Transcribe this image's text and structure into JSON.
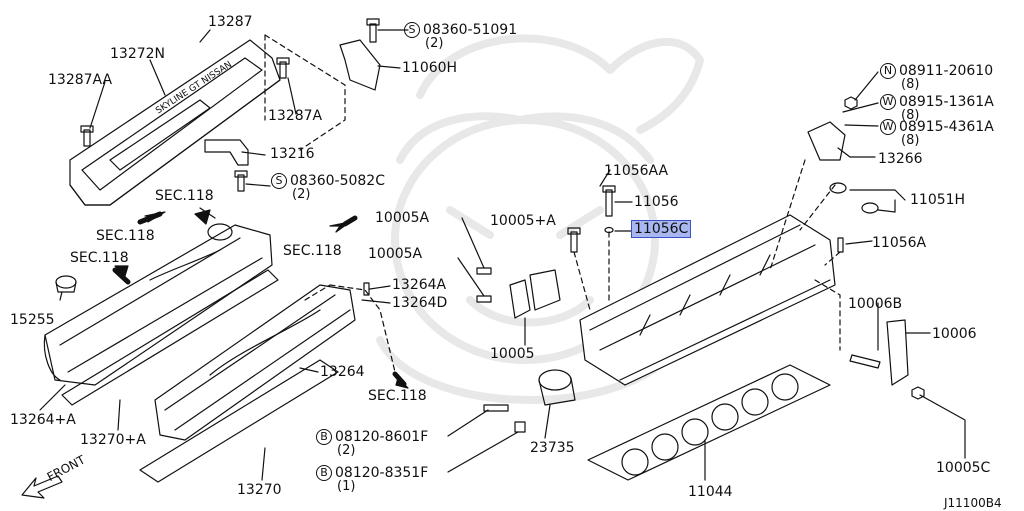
{
  "diagram": {
    "labels": {
      "p13287": "13287",
      "p13272n": "13272N",
      "p13287aa": "13287AA",
      "p13287a": "13287A",
      "p13216": "13216",
      "p11060h": "11060H",
      "p08360_51091": "08360-51091",
      "q08360_51091": "(2)",
      "p08360_5082c": "08360-5082C",
      "q08360_5082c": "(2)",
      "sec118_a": "SEC.118",
      "sec118_b": "SEC.118",
      "sec118_c": "SEC.118",
      "sec118_d": "SEC.118",
      "sec118_e": "SEC.118",
      "p15255": "15255",
      "p13264pa": "13264+A",
      "p13270pa": "13270+A",
      "p13270": "13270",
      "p13264": "13264",
      "p10005a_1": "10005A",
      "p10005a_2": "10005A",
      "p10005pa": "10005+A",
      "p10005": "10005",
      "p13264a": "13264A",
      "p13264d": "13264D",
      "p11056aa": "11056AA",
      "p11056": "11056",
      "p11056c": "11056C",
      "p08911_20610": "08911-20610",
      "q08911_20610": "(8)",
      "p08915_1361a": "08915-1361A",
      "q08915_1361a": "(8)",
      "p08915_4361a": "08915-4361A",
      "q08915_4361a": "(8)",
      "p13266": "13266",
      "p11051h": "11051H",
      "p11056a": "11056A",
      "p10006b": "10006B",
      "p10006": "10006",
      "p10005c": "10005C",
      "p23735": "23735",
      "p11044": "11044",
      "p08120_8601f": "08120-8601F",
      "q08120_8601f": "(2)",
      "p08120_8351f": "08120-8351F",
      "q08120_8351f": "(1)",
      "front": "FRONT",
      "diagram_code": "J11100B4"
    },
    "circled": {
      "s1": "S",
      "s2": "S",
      "n1": "N",
      "w1": "W",
      "w2": "W",
      "b1": "B",
      "b2": "B"
    },
    "colors": {
      "ink": "#111111",
      "highlight": "#a9b7f0"
    }
  }
}
